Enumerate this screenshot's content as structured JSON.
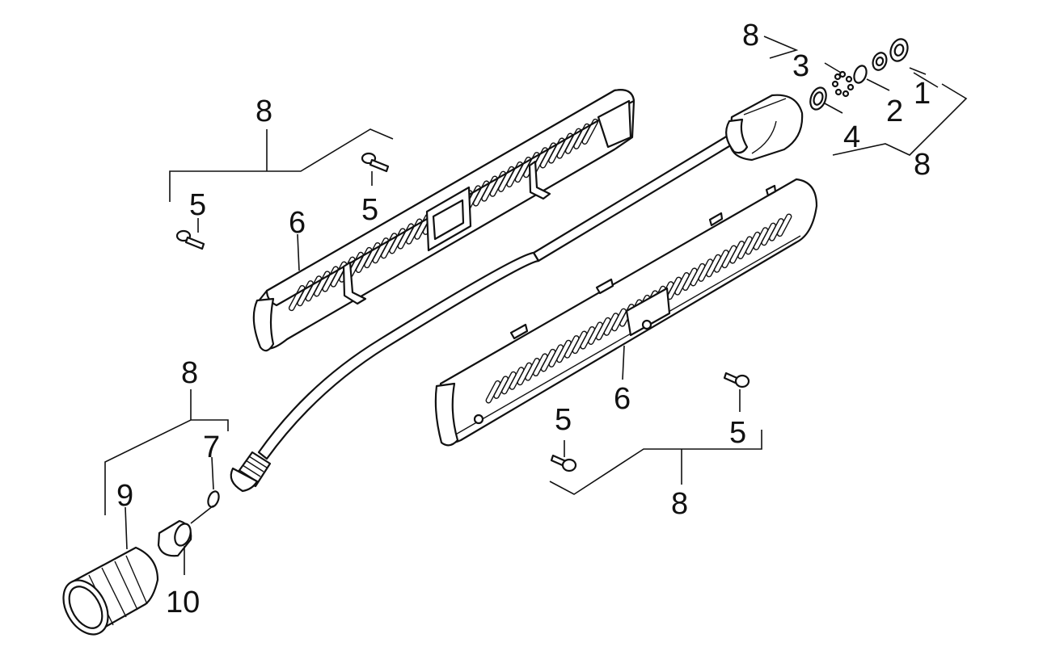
{
  "labels": {
    "l1": "1",
    "l2": "2",
    "l3": "3",
    "l4": "4",
    "l5a": "5",
    "l5b": "5",
    "l5c": "5",
    "l5d": "5",
    "l6a": "6",
    "l6b": "6",
    "l7": "7",
    "l8a": "8",
    "l8b": "8",
    "l8c": "8",
    "l8d": "8",
    "l8e": "8",
    "l9": "9",
    "l10": "10"
  },
  "colors": {
    "ink": "#111111",
    "paper": "#ffffff"
  }
}
